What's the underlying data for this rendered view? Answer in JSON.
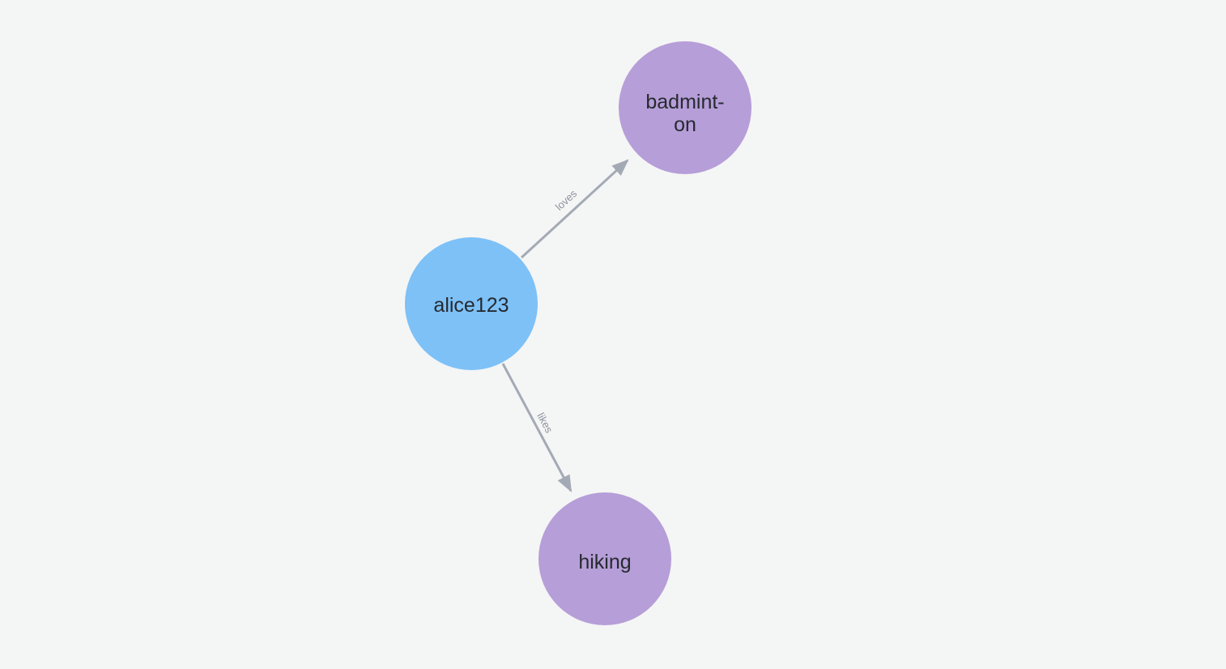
{
  "canvas": {
    "background": "#f4f5f5"
  },
  "colors": {
    "edge": "#a4aab5",
    "edge_label": "#8d939e",
    "node_label": "#262a30",
    "person_node": "#7dc1f7",
    "interest_node": "#b69ed8"
  },
  "graph": {
    "nodes": [
      {
        "label": "alice123",
        "color": "#7dc1f7"
      },
      {
        "label": "badminton",
        "label_lines": [
          "badmint-",
          "on"
        ],
        "color": "#b69ed8"
      },
      {
        "label": "hiking",
        "color": "#b69ed8"
      }
    ],
    "edges": [
      {
        "source": "alice123",
        "target": "badminton",
        "label": "loves"
      },
      {
        "source": "alice123",
        "target": "hiking",
        "label": "likes"
      }
    ]
  }
}
